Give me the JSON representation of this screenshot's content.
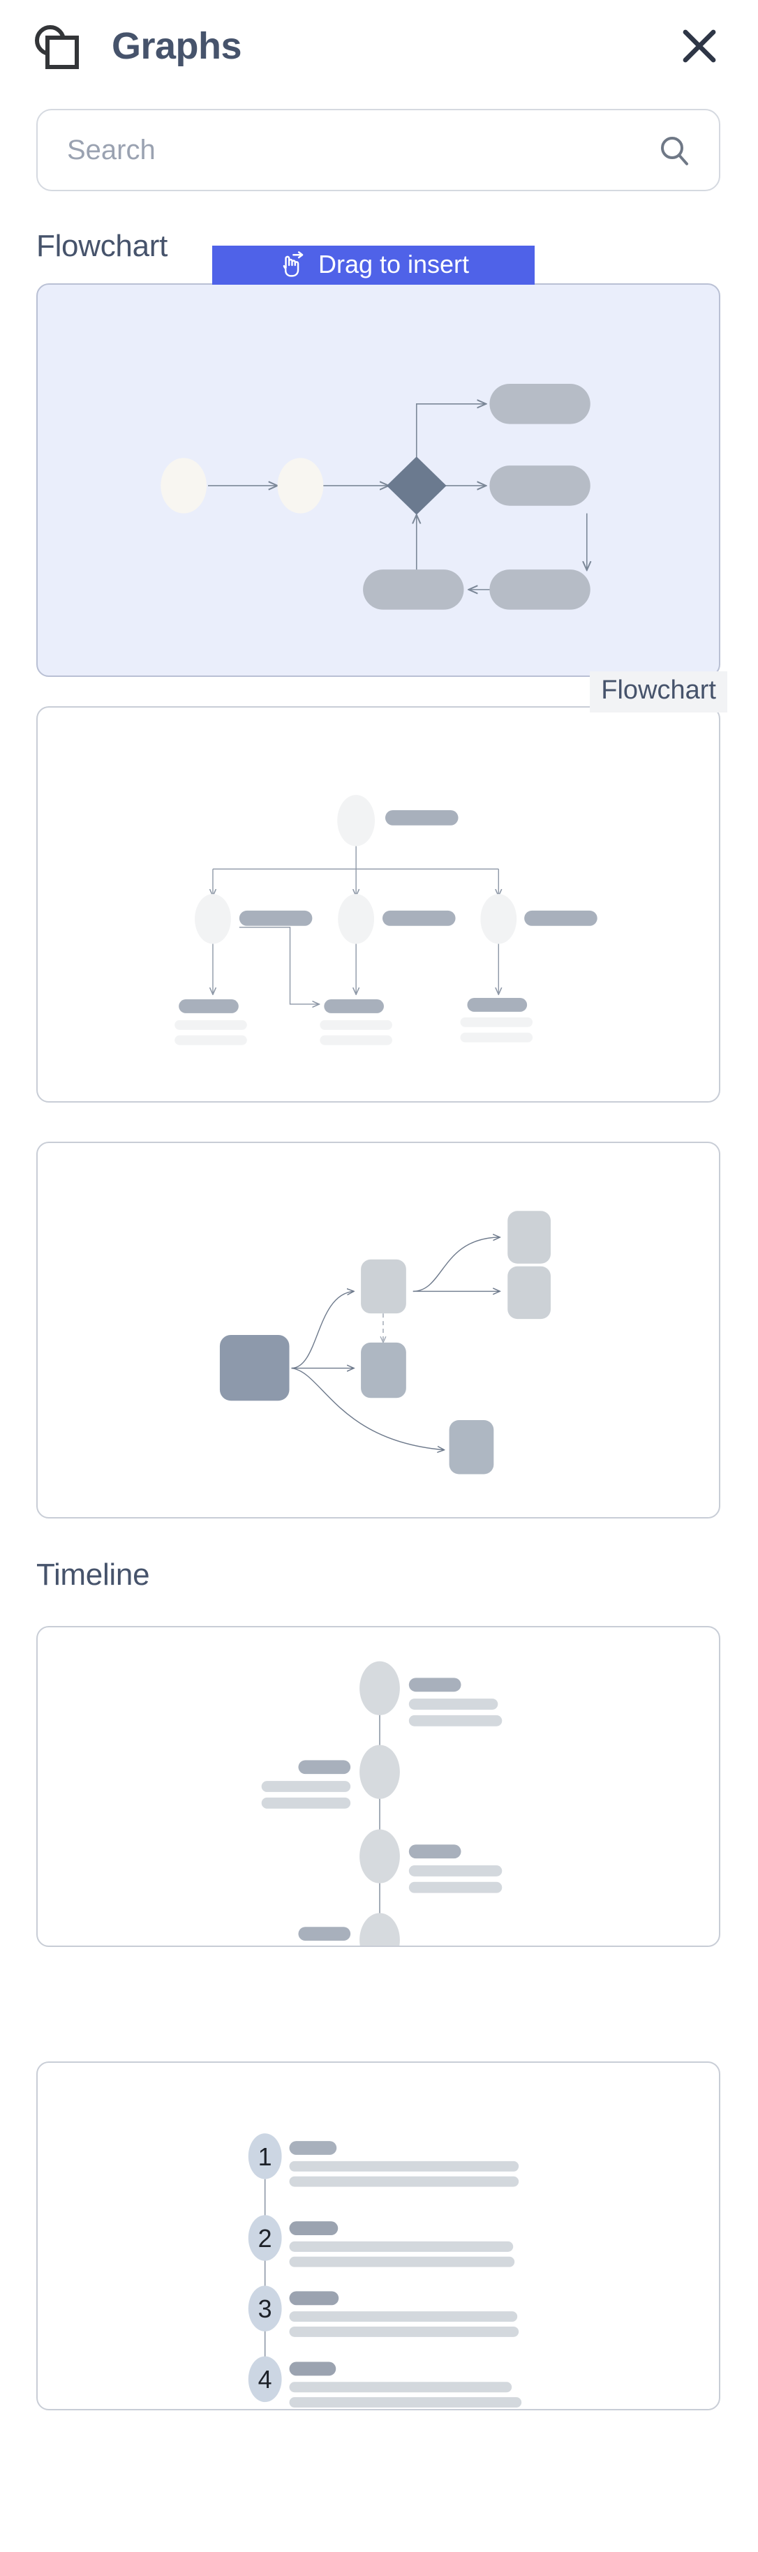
{
  "header": {
    "title": "Graphs",
    "icon": "shapes-icon",
    "close_icon": "close-icon"
  },
  "search": {
    "placeholder": "Search",
    "value": "",
    "icon": "search-icon"
  },
  "sections": [
    {
      "id": "flowchart",
      "label": "Flowchart"
    },
    {
      "id": "timeline",
      "label": "Timeline"
    }
  ],
  "drag_hint": {
    "label": "Drag to insert",
    "icon": "drag-hand-icon",
    "color": "#4f62e8"
  },
  "tooltip": {
    "label": "Flowchart"
  },
  "cards": [
    {
      "id": "flowchart-1",
      "name": "flowchart-process-template",
      "section": "Flowchart",
      "state": "selected",
      "background": "#eaeefb",
      "nodes": [
        "start-circle",
        "second-circle",
        "decision-diamond",
        "pill-top",
        "pill-middle",
        "pill-bottom-right",
        "pill-bottom-left"
      ]
    },
    {
      "id": "flowchart-2",
      "name": "flowchart-tree-template",
      "section": "Flowchart",
      "state": "hovered",
      "background": "#ffffff",
      "nodes": [
        "root-circle",
        "child-circle-1",
        "child-circle-2",
        "child-circle-3",
        "leaf-1",
        "leaf-2",
        "leaf-3"
      ]
    },
    {
      "id": "flowchart-3",
      "name": "flowchart-mindmap-template",
      "section": "Flowchart",
      "state": "default",
      "background": "#ffffff",
      "nodes": [
        "root-box",
        "branch-box",
        "sub-box-1",
        "sub-box-2",
        "sibling-box",
        "lower-box"
      ]
    },
    {
      "id": "timeline-1",
      "name": "timeline-alternating-template",
      "section": "Timeline",
      "state": "default",
      "background": "#ffffff",
      "nodes": [
        "milestone-1",
        "milestone-2",
        "milestone-3",
        "milestone-4"
      ]
    },
    {
      "id": "timeline-2",
      "name": "timeline-numbered-steps-template",
      "section": "Timeline",
      "state": "default",
      "background": "#ffffff",
      "steps": [
        "1",
        "2",
        "3",
        "4"
      ]
    }
  ],
  "numbered_steps": {
    "items": [
      {
        "number": "1",
        "title_width": 110,
        "line_widths": [
          330,
          330
        ]
      },
      {
        "number": "2",
        "title_width": 112,
        "line_widths": [
          322,
          324
        ]
      },
      {
        "number": "3",
        "title_width": 114,
        "line_widths": [
          328,
          330
        ]
      },
      {
        "number": "4",
        "title_width": 108,
        "line_widths": [
          320,
          334
        ]
      }
    ]
  },
  "palette": {
    "accent_blue": "#4f62e8",
    "card_border": "#c8cdd6",
    "selected_card_bg": "#eaeefb",
    "node_gray": "#b6bcc6",
    "node_light": "#f2f3f4",
    "node_cream": "#f8f6f1",
    "diamond_slate": "#6b7a8f",
    "badge_lavender": "#ccd6e3",
    "title_text": "#46536b",
    "placeholder_text": "#9aa2b1",
    "connector": "#8d97a6"
  }
}
